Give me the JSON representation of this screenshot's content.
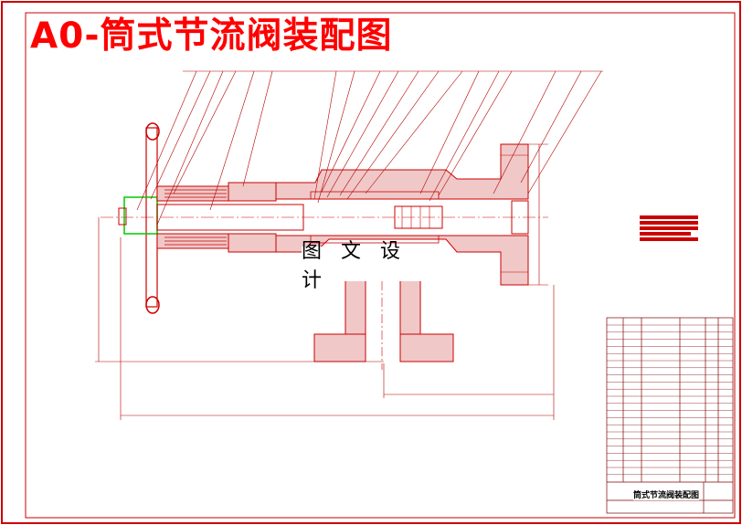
{
  "drawing": {
    "title": "A0-筒式节流阀装配图",
    "watermark": "图 文 设 计",
    "title_block_name": "筒式节流阀装配图"
  },
  "colors": {
    "outline": "#ff0000",
    "section": "#c83232",
    "dimension": "#b40000",
    "hatch_fill": "#f0c8c8",
    "handwheel_hub": "#00cc00",
    "text": "#000000"
  }
}
